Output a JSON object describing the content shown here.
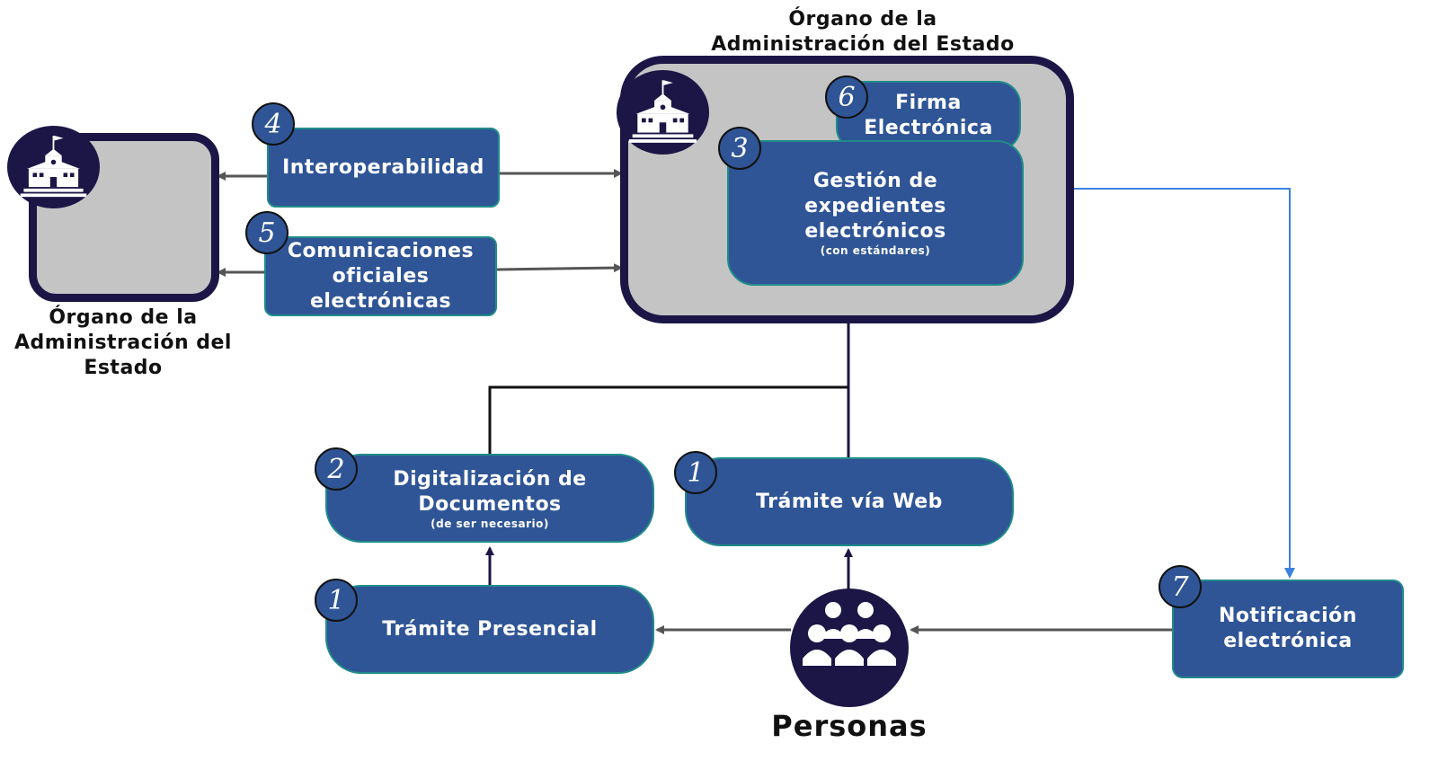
{
  "top_caption": {
    "line1": "Órgano de la",
    "line2": "Administración del Estado"
  },
  "left_caption": {
    "line1": "Órgano de la",
    "line2": "Administración del",
    "line3": "Estado"
  },
  "steps": {
    "interoperabilidad": {
      "number": "4",
      "label": "Interoperabilidad"
    },
    "comunicaciones": {
      "number": "5",
      "line1": "Comunicaciones",
      "line2": "oficiales",
      "line3": "electrónicas"
    },
    "firma": {
      "number": "6",
      "line1": "Firma",
      "line2": "Electrónica"
    },
    "gestion": {
      "number": "3",
      "line1": "Gestión de",
      "line2": "expedientes",
      "line3": "electrónicos",
      "note": "(con estándares)"
    },
    "digitalizacion": {
      "number": "2",
      "line1": "Digitalización de",
      "line2": "Documentos",
      "note": "(de ser necesario)"
    },
    "tramite_web": {
      "number": "1",
      "label": "Trámite vía Web"
    },
    "tramite_presencial": {
      "number": "1",
      "label": "Trámite Presencial"
    },
    "notificacion": {
      "number": "7",
      "line1": "Notificación",
      "line2": "electrónica"
    }
  },
  "personas_label": "Personas",
  "colors": {
    "box_blue": "#2f5596",
    "navy": "#1b1646",
    "gray": "#c4c4c4",
    "notify_line": "#3b82e0"
  },
  "icons": [
    "government-building-icon",
    "people-group-icon"
  ]
}
